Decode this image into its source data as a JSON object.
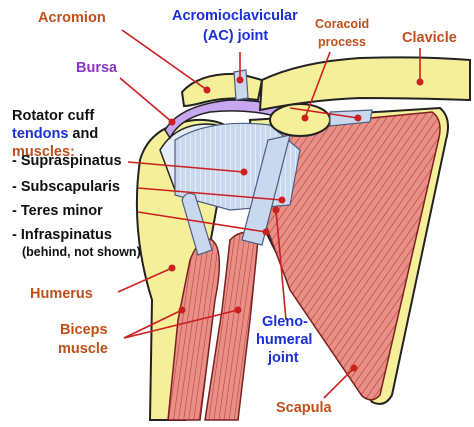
{
  "colors": {
    "bone": "#f6ef9a",
    "bone_outline": "#222222",
    "muscle": "#e88f86",
    "muscle_stripe": "#b83a3a",
    "tendon": "#c9d8ee",
    "bursa": "#c9a6f2",
    "cartilage": "#e5ecf7",
    "leader": "#cc1f1f",
    "label_orange": "#c0501b",
    "label_blue": "#1b2fd6",
    "label_purple": "#8a35c8"
  },
  "labels": {
    "acromion": "Acromion",
    "ac_joint_line1": "Acromioclavicular",
    "ac_joint_line2": "(AC) joint",
    "coracoid_line1": "Coracoid",
    "coracoid_line2": "process",
    "clavicle": "Clavicle",
    "bursa": "Bursa",
    "rotator_line1": "Rotator cuff",
    "rotator_tendons": "tendons",
    "rotator_and": " and",
    "rotator_muscles": "muscles:",
    "supraspinatus": "- Supraspinatus",
    "subscapularis": "- Subscapularis",
    "teres_minor": "- Teres minor",
    "infraspinatus": "- Infraspinatus",
    "infraspinatus_note": "(behind, not shown)",
    "humerus": "Humerus",
    "biceps_line1": "Biceps",
    "biceps_line2": "muscle",
    "gleno_line1": "Gleno-",
    "gleno_line2": "humeral",
    "gleno_line3": "joint",
    "scapula": "Scapula"
  }
}
